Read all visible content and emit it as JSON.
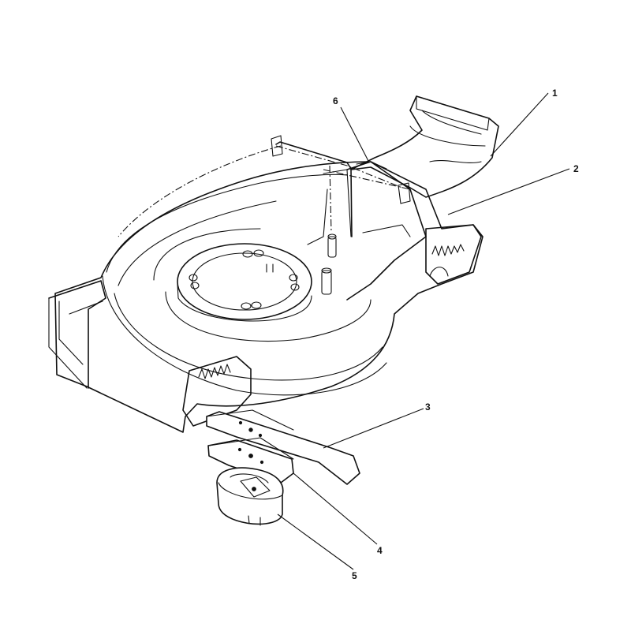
{
  "diagram": {
    "colors": {
      "line": "#111111",
      "background": "#ffffff"
    },
    "callouts": [
      {
        "id": "1",
        "label": "1",
        "part": "grass-chute"
      },
      {
        "id": "2",
        "label": "2",
        "part": "mower-deck"
      },
      {
        "id": "3",
        "label": "3",
        "part": "blade"
      },
      {
        "id": "4",
        "label": "4",
        "part": "blade-adapter"
      },
      {
        "id": "5",
        "label": "5",
        "part": "blade-hub"
      },
      {
        "id": "6",
        "label": "6",
        "part": "chute-rod"
      }
    ]
  }
}
